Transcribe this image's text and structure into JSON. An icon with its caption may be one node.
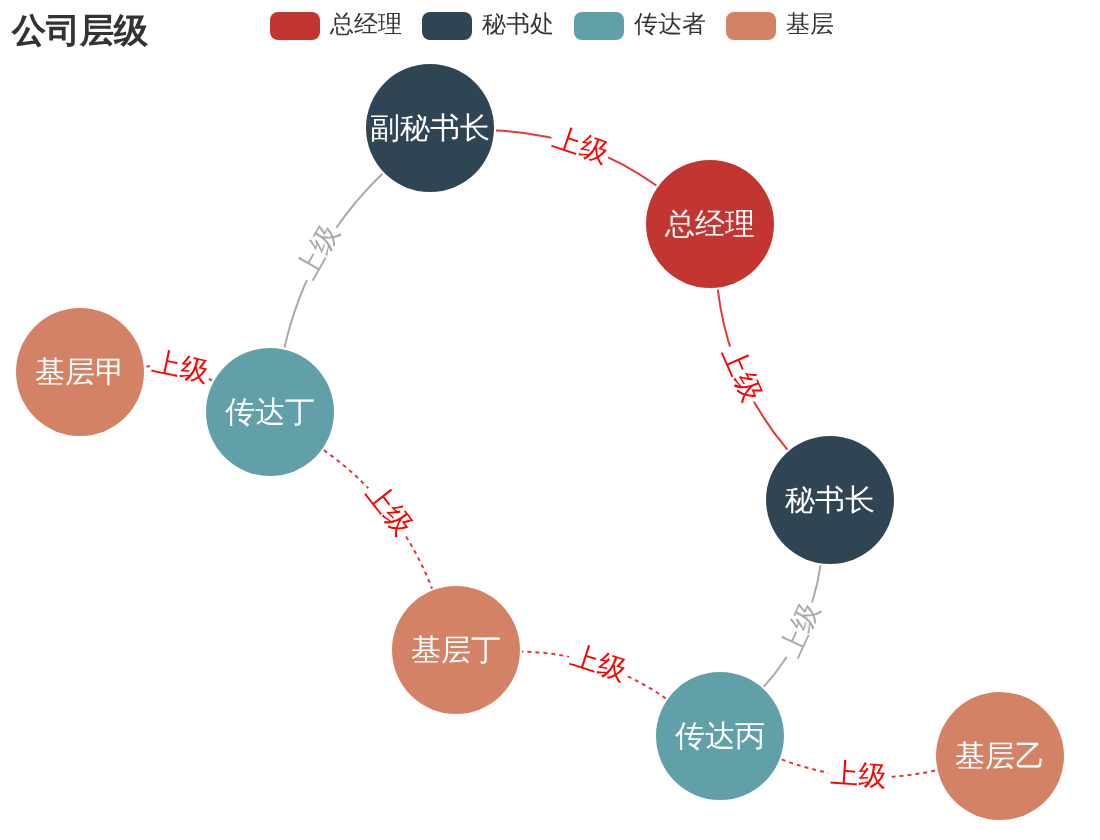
{
  "diagram": {
    "title": "公司层级",
    "nodes": [
      {
        "text": [
          "总经理"
        ]
      },
      {
        "text": [
          "秘书长"
        ]
      },
      {
        "text": [
          "副秘书长"
        ]
      },
      {
        "text": [
          "传达丁"
        ]
      },
      {
        "text": [
          "传达丙"
        ]
      },
      {
        "text": [
          "基层甲"
        ]
      },
      {
        "text": [
          "基层丁"
        ]
      },
      {
        "text": [
          "基层乙"
        ]
      }
    ],
    "edges": [
      {
        "from": 0,
        "to": 2,
        "arrow": "none",
        "label": "上级"
      },
      {
        "from": 0,
        "to": 1,
        "arrow": "none",
        "label": "上级"
      },
      {
        "from": 2,
        "to": 3,
        "arrow": "none",
        "label": "上级",
        "color": "#aaaaaa"
      },
      {
        "from": 1,
        "to": 4,
        "arrow": "none",
        "label": "上级",
        "color": "#aaaaaa"
      },
      {
        "from": 3,
        "to": 5,
        "arrow": "none",
        "label": "上级",
        "style": "dashed"
      },
      {
        "from": 3,
        "to": 6,
        "arrow": "none",
        "label": "上级",
        "style": "dashed"
      },
      {
        "from": 4,
        "to": 6,
        "arrow": "none",
        "label": "上级",
        "style": "dashed"
      },
      {
        "from": 4,
        "to": 7,
        "arrow": "none",
        "label": "上级",
        "style": "dashed"
      }
    ],
    "legend": [
      {
        "text": "总经理",
        "color": "#c23531"
      },
      {
        "text": "秘书处",
        "color": "#2f4554"
      },
      {
        "text": "传达者",
        "color": "#61a0a8"
      },
      {
        "text": "基层",
        "color": "#d48265"
      }
    ]
  }
}
